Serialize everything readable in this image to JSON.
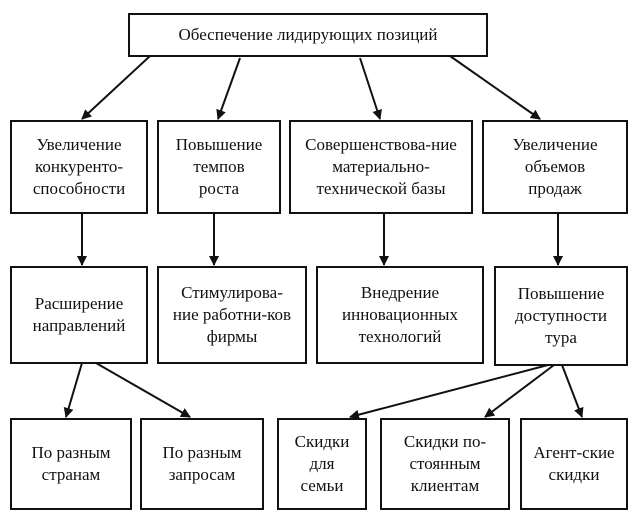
{
  "diagram": {
    "title": "Обеспечение лидирующих позиций",
    "goals": [
      {
        "label": "Увеличение конкуренто-способности"
      },
      {
        "label": "Повышение темпов роста"
      },
      {
        "label": "Совершенствова-ние материально-технической базы"
      },
      {
        "label": "Увеличение объемов продаж"
      }
    ],
    "measures": [
      {
        "label": "Расширение направлений"
      },
      {
        "label": "Стимулирова-ние работни-ков фирмы"
      },
      {
        "label": "Внедрение инновационных технологий"
      },
      {
        "label": "Повышение доступности тура"
      }
    ],
    "details": [
      {
        "label": "По разным странам"
      },
      {
        "label": "По разным запросам"
      },
      {
        "label": "Скидки для семьи"
      },
      {
        "label": "Скидки по-стоянным клиентам"
      },
      {
        "label": "Агент-ские скидки"
      }
    ],
    "colors": {
      "line": "#111111",
      "box_fill": "#ffffff",
      "background": "#ffffff"
    }
  }
}
